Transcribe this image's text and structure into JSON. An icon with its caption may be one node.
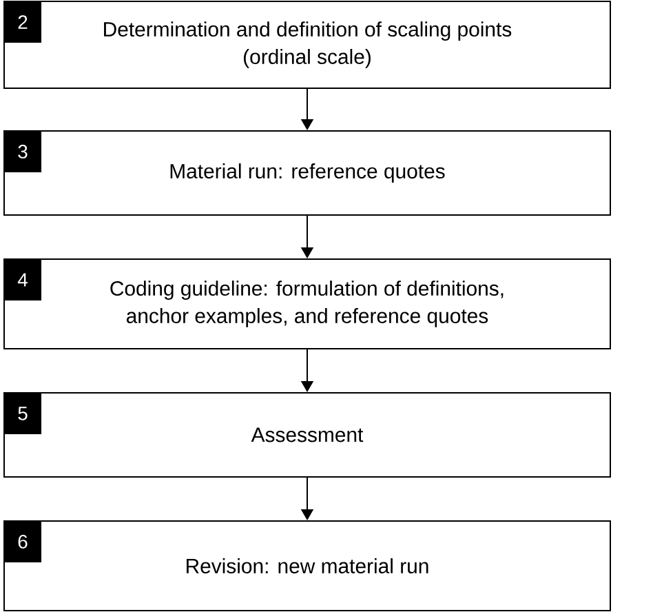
{
  "diagram": {
    "nodes": [
      {
        "text": [
          "2",
          "Determination and definition of scaling points (ordinal scale)"
        ]
      },
      {
        "text": [
          "3",
          "Material run: reference quotes"
        ]
      },
      {
        "text": [
          "4",
          "Coding guideline: formulation of definitions, anchor examples, and reference quotes"
        ]
      },
      {
        "text": [
          "5",
          "Assessment"
        ]
      },
      {
        "text": [
          "6",
          "Revision: new material run"
        ]
      }
    ],
    "edges": [
      {
        "from": 0,
        "to": 1,
        "arrow": "to"
      },
      {
        "from": 1,
        "to": 2,
        "arrow": "to"
      },
      {
        "from": 2,
        "to": 3,
        "arrow": "to"
      },
      {
        "from": 3,
        "to": 4,
        "arrow": "to"
      }
    ]
  }
}
